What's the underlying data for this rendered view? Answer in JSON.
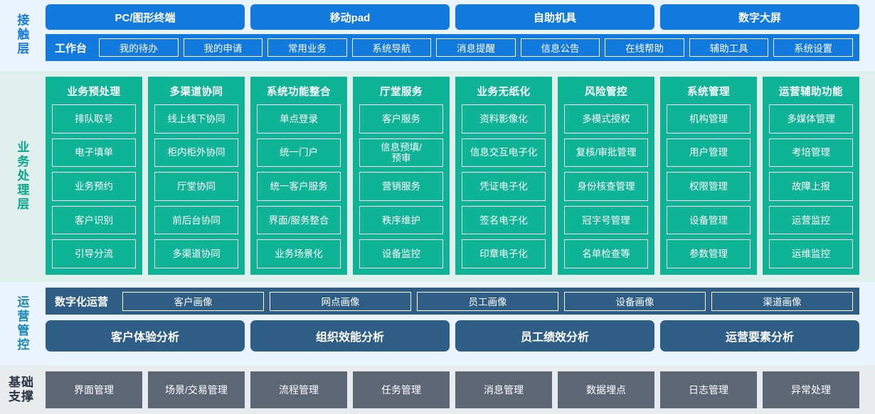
{
  "colors": {
    "contact_bg": "#eaf4fe",
    "contact_blue": "#1279dd",
    "biz_bg": "#dff0ec",
    "biz_teal": "#0fb395",
    "ops_bg": "#eaf4fe",
    "ops_navy": "#2e5d85",
    "base_bg": "#e9ecef",
    "base_gray": "#5c6675"
  },
  "contact_layer": {
    "label": "接触层",
    "channels": [
      "PC/图形终端",
      "移动pad",
      "自助机具",
      "数字大屏"
    ],
    "workbench_title": "工作台",
    "workbench_items": [
      "我的待办",
      "我的申请",
      "常用业务",
      "系统导航",
      "消息提醒",
      "信息公告",
      "在线帮助",
      "辅助工具",
      "系统设置"
    ]
  },
  "business_layer": {
    "label": "业务处理层",
    "columns": [
      {
        "title": "业务预处理",
        "items": [
          "排队取号",
          "电子填单",
          "业务预约",
          "客户识别",
          "引导分流"
        ]
      },
      {
        "title": "多渠道协同",
        "items": [
          "线上线下协同",
          "柜内柜外协同",
          "厅堂协同",
          "前后台协同",
          "多渠道协同"
        ]
      },
      {
        "title": "系统功能整合",
        "items": [
          "单点登录",
          "统一门户",
          "统一客户服务",
          "界面/服务整合",
          "业务场景化"
        ]
      },
      {
        "title": "厅堂服务",
        "items": [
          "客户服务",
          "信息预填/\n预审",
          "营销服务",
          "秩序维护",
          "设备监控"
        ]
      },
      {
        "title": "业务无纸化",
        "items": [
          "资料影像化",
          "信息交互电子化",
          "凭证电子化",
          "签名电子化",
          "印章电子化"
        ]
      },
      {
        "title": "风险管控",
        "items": [
          "多模式授权",
          "复核/审批管理",
          "身份核查管理",
          "冠字号管理",
          "名单检查等"
        ]
      },
      {
        "title": "系统管理",
        "items": [
          "机构管理",
          "用户管理",
          "权限管理",
          "设备管理",
          "参数管理"
        ]
      },
      {
        "title": "运营辅助功能",
        "items": [
          "多媒体管理",
          "考培管理",
          "故障上报",
          "运营监控",
          "运维监控"
        ]
      }
    ]
  },
  "operations_layer": {
    "label": "运营管控",
    "digital_title": "数字化运营",
    "portraits": [
      "客户画像",
      "网点画像",
      "员工画像",
      "设备画像",
      "渠道画像"
    ],
    "analyses": [
      "客户体验分析",
      "组织效能分析",
      "员工绩效分析",
      "运营要素分析"
    ]
  },
  "foundation_layer": {
    "label_line1": "基础",
    "label_line2": "支撑",
    "items": [
      "界面管理",
      "场景/交易管理",
      "流程管理",
      "任务管理",
      "消息管理",
      "数据埋点",
      "日志管理",
      "异常处理"
    ]
  }
}
